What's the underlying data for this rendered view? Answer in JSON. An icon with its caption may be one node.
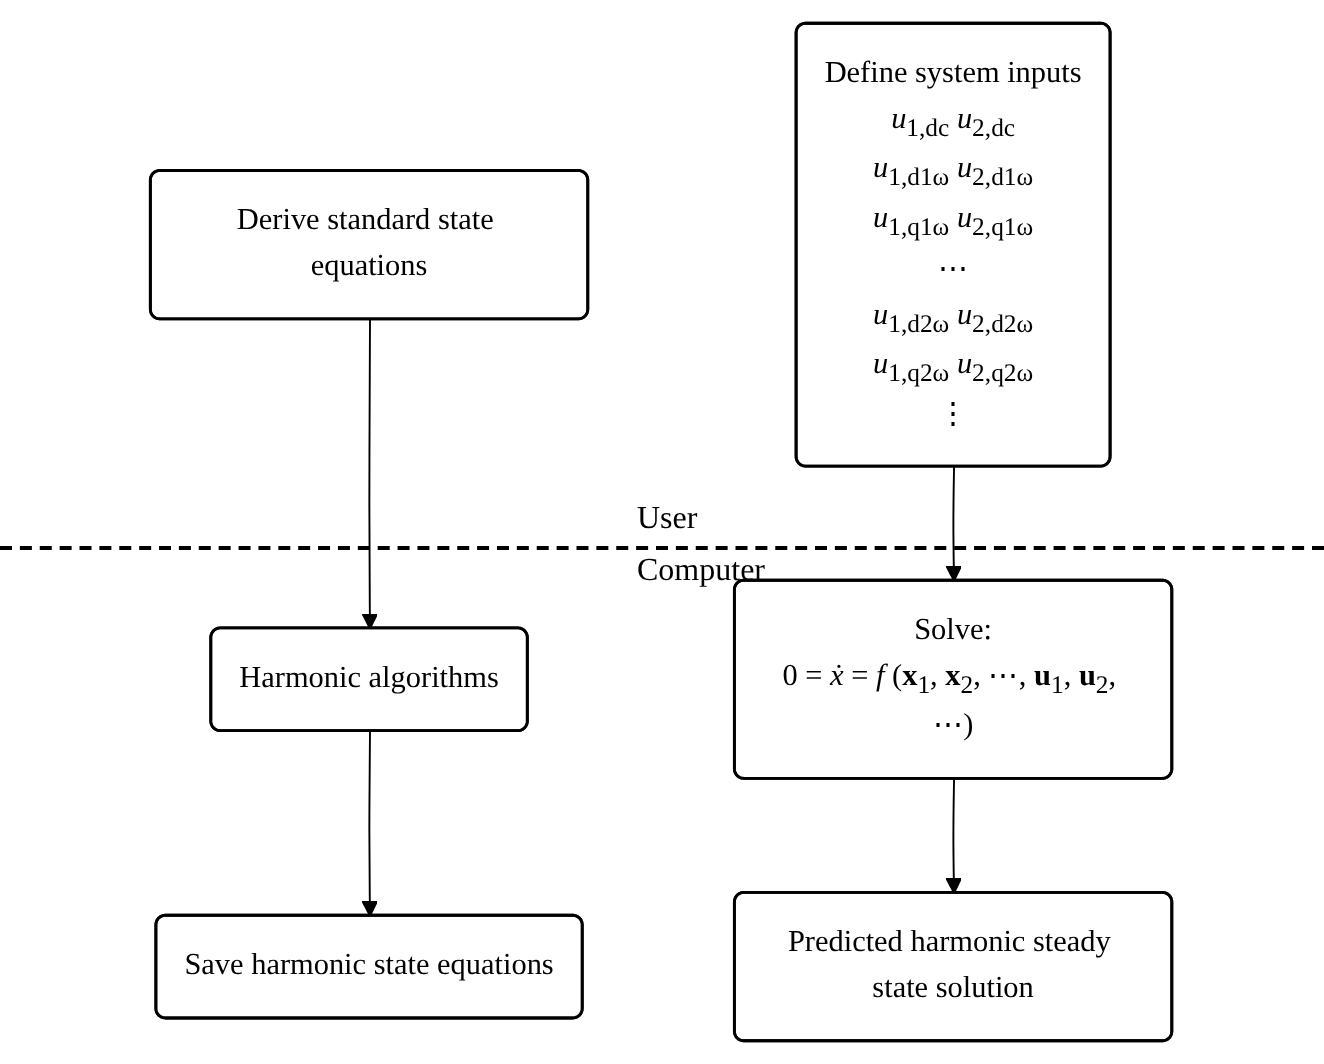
{
  "diagram": {
    "nodes": [
      {
        "text": [
          "Derive standard state equations"
        ]
      },
      {
        "text": [
          "Define system inputs",
          "*u*$_{1,dc}$ *u*$_{2,dc}$",
          "*u*$_{1,d1ω}$ *u*$_{2,d1ω}$",
          "*u*$_{1,q1ω}$ *u*$_{2,q1ω}$",
          "⋯",
          "*u*$_{1,d2ω}$ *u*$_{2,d2ω}$",
          "*u*$_{1,q2ω}$ *u*$_{2,q2ω}$",
          "⋮"
        ]
      },
      {
        "text": [
          "Harmonic algorithms"
        ]
      },
      {
        "text": [
          "Solve:",
          "0 = *ẋ* = *f* (**x**$_{1}$, **x**$_{2}$, ⋯, **u**$_{1}$, **u**$_{2}$, ⋯)"
        ]
      },
      {
        "text": [
          "Save harmonic state equations"
        ]
      },
      {
        "text": [
          "Predicted harmonic steady state solution"
        ]
      }
    ],
    "edges": [
      {
        "from": 0,
        "to": 2,
        "arrow": "to"
      },
      {
        "from": 1,
        "to": 3,
        "arrow": "to"
      },
      {
        "from": 2,
        "to": 4,
        "arrow": "to"
      },
      {
        "from": 3,
        "to": 5,
        "arrow": "to"
      }
    ],
    "labels": [
      "User",
      "Computer"
    ]
  }
}
